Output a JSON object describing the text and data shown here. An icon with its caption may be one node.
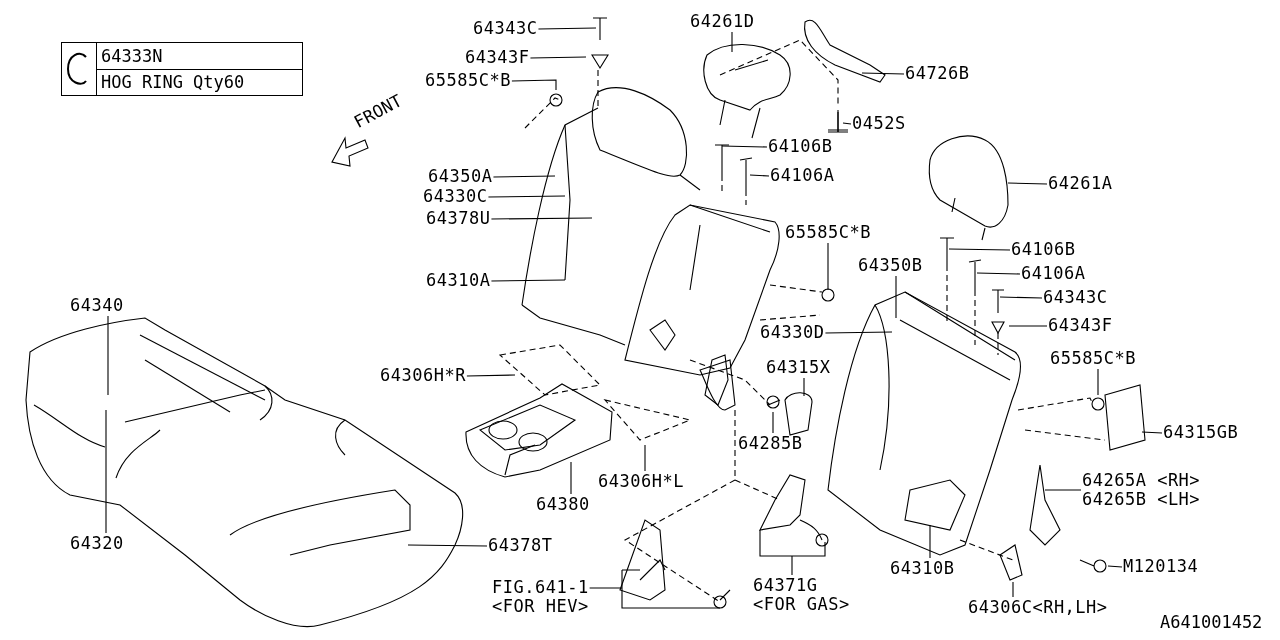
{
  "diagram": {
    "nodes": [
      {
        "text": [
          "64343C"
        ]
      },
      {
        "text": [
          "64343F"
        ]
      },
      {
        "text": [
          "65585C*B"
        ]
      },
      {
        "text": [
          "64261D"
        ]
      },
      {
        "text": [
          "64726B"
        ]
      },
      {
        "text": [
          "0452S"
        ]
      },
      {
        "text": [
          "64106B"
        ]
      },
      {
        "text": [
          "64106A"
        ]
      },
      {
        "text": [
          "64350A"
        ]
      },
      {
        "text": [
          "64330C"
        ]
      },
      {
        "text": [
          "64378U"
        ]
      },
      {
        "text": [
          "64261A"
        ]
      },
      {
        "text": [
          "65585C*B"
        ]
      },
      {
        "text": [
          "64106B"
        ]
      },
      {
        "text": [
          "64106A"
        ]
      },
      {
        "text": [
          "64310A"
        ]
      },
      {
        "text": [
          "64350B"
        ]
      },
      {
        "text": [
          "64343C"
        ]
      },
      {
        "text": [
          "64330D"
        ]
      },
      {
        "text": [
          "64343F"
        ]
      },
      {
        "text": [
          "64340"
        ]
      },
      {
        "text": [
          "64306H*R"
        ]
      },
      {
        "text": [
          "64315X"
        ]
      },
      {
        "text": [
          "65585C*B"
        ]
      },
      {
        "text": [
          "64315GB"
        ]
      },
      {
        "text": [
          "64285B"
        ]
      },
      {
        "text": [
          "64380"
        ]
      },
      {
        "text": [
          "64306H*L"
        ]
      },
      {
        "text": [
          "64265A <RH>",
          "64265B <LH>"
        ]
      },
      {
        "text": [
          "64320"
        ]
      },
      {
        "text": [
          "64378T"
        ]
      },
      {
        "text": [
          "64310B"
        ]
      },
      {
        "text": [
          "FIG.641-1",
          "<FOR HEV>"
        ]
      },
      {
        "text": [
          "64371G",
          "<FOR GAS>"
        ]
      },
      {
        "text": [
          "M120134"
        ]
      },
      {
        "text": [
          "64306C<RH,LH>"
        ]
      }
    ],
    "edges": [
      {
        "from": 0,
        "to": null,
        "arrow": "none"
      },
      {
        "from": 1,
        "to": null,
        "arrow": "none"
      },
      {
        "from": 2,
        "to": null,
        "arrow": "none"
      },
      {
        "from": 3,
        "to": null,
        "arrow": "none"
      },
      {
        "from": 4,
        "to": null,
        "arrow": "none"
      },
      {
        "from": 5,
        "to": null,
        "arrow": "none"
      },
      {
        "from": 6,
        "to": null,
        "arrow": "none"
      },
      {
        "from": 7,
        "to": null,
        "arrow": "none"
      },
      {
        "from": 8,
        "to": null,
        "arrow": "none"
      },
      {
        "from": 9,
        "to": null,
        "arrow": "none"
      },
      {
        "from": 10,
        "to": null,
        "arrow": "none"
      },
      {
        "from": 11,
        "to": null,
        "arrow": "none"
      },
      {
        "from": 12,
        "to": null,
        "arrow": "none"
      },
      {
        "from": 13,
        "to": null,
        "arrow": "none"
      },
      {
        "from": 14,
        "to": null,
        "arrow": "none"
      },
      {
        "from": 15,
        "to": null,
        "arrow": "none"
      },
      {
        "from": 16,
        "to": null,
        "arrow": "none"
      },
      {
        "from": 17,
        "to": null,
        "arrow": "none"
      },
      {
        "from": 18,
        "to": null,
        "arrow": "none"
      },
      {
        "from": 19,
        "to": null,
        "arrow": "none"
      },
      {
        "from": 20,
        "to": null,
        "arrow": "none"
      },
      {
        "from": 21,
        "to": null,
        "arrow": "none"
      },
      {
        "from": 22,
        "to": null,
        "arrow": "none"
      },
      {
        "from": 23,
        "to": null,
        "arrow": "none"
      },
      {
        "from": 24,
        "to": null,
        "arrow": "none"
      },
      {
        "from": 25,
        "to": null,
        "arrow": "none"
      },
      {
        "from": 26,
        "to": null,
        "arrow": "none"
      },
      {
        "from": 27,
        "to": null,
        "arrow": "none"
      },
      {
        "from": 28,
        "to": null,
        "arrow": "none"
      },
      {
        "from": 29,
        "to": null,
        "arrow": "none"
      },
      {
        "from": 30,
        "to": null,
        "arrow": "none"
      },
      {
        "from": 31,
        "to": null,
        "arrow": "none"
      },
      {
        "from": 32,
        "to": null,
        "arrow": "none"
      },
      {
        "from": 33,
        "to": null,
        "arrow": "none"
      },
      {
        "from": 34,
        "to": null,
        "arrow": "none"
      },
      {
        "from": 35,
        "to": null,
        "arrow": "none"
      }
    ],
    "labels": [
      "64333N",
      "HOG RING Qty60",
      "FRONT",
      "A641001452"
    ]
  }
}
